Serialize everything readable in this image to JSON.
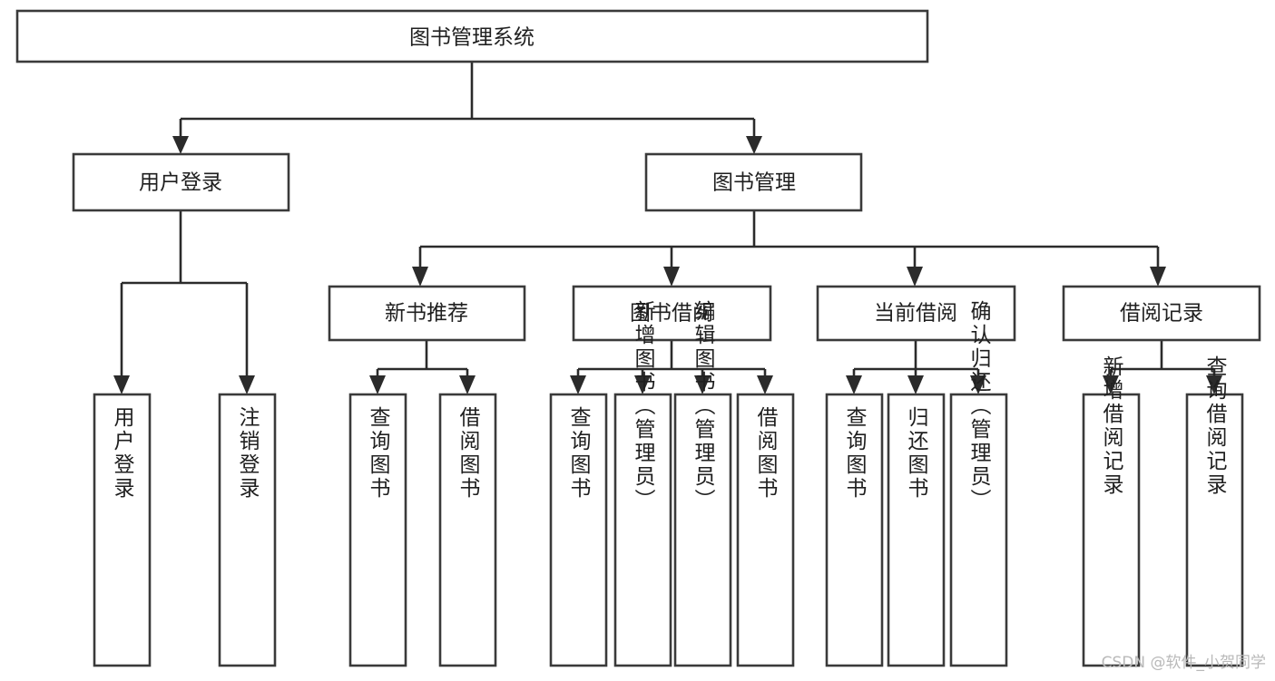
{
  "diagram": {
    "type": "tree-hierarchy",
    "title": "图书管理系统",
    "root": {
      "label": "图书管理系统"
    },
    "level2": [
      {
        "label": "用户登录"
      },
      {
        "label": "图书管理"
      }
    ],
    "level3": [
      {
        "label": "新书推荐"
      },
      {
        "label": "图书借阅"
      },
      {
        "label": "当前借阅"
      },
      {
        "label": "借阅记录"
      }
    ],
    "leaves": {
      "user_login": [
        {
          "label": "用户登录"
        },
        {
          "label": "注销登录"
        }
      ],
      "new_book_recommend": [
        {
          "label": "查询图书"
        },
        {
          "label": "借阅图书"
        }
      ],
      "book_borrow": [
        {
          "label": "查询图书"
        },
        {
          "label": "新增图书（管理员）"
        },
        {
          "label": "编辑图书（管理员）"
        },
        {
          "label": "借阅图书"
        }
      ],
      "current_borrow": [
        {
          "label": "查询图书"
        },
        {
          "label": "归还图书"
        },
        {
          "label": "确认归还（管理员）"
        }
      ],
      "borrow_record": [
        {
          "label": "新增借阅记录"
        },
        {
          "label": "查询借阅记录"
        }
      ]
    }
  },
  "watermark": {
    "text": "CSDN @软件_小贺同学"
  },
  "colors": {
    "box_stroke": "#3a3a3a",
    "edge": "#2b2b2b",
    "text": "#1f1f1f",
    "background": "#ffffff",
    "watermark": "#b9b9b9"
  }
}
